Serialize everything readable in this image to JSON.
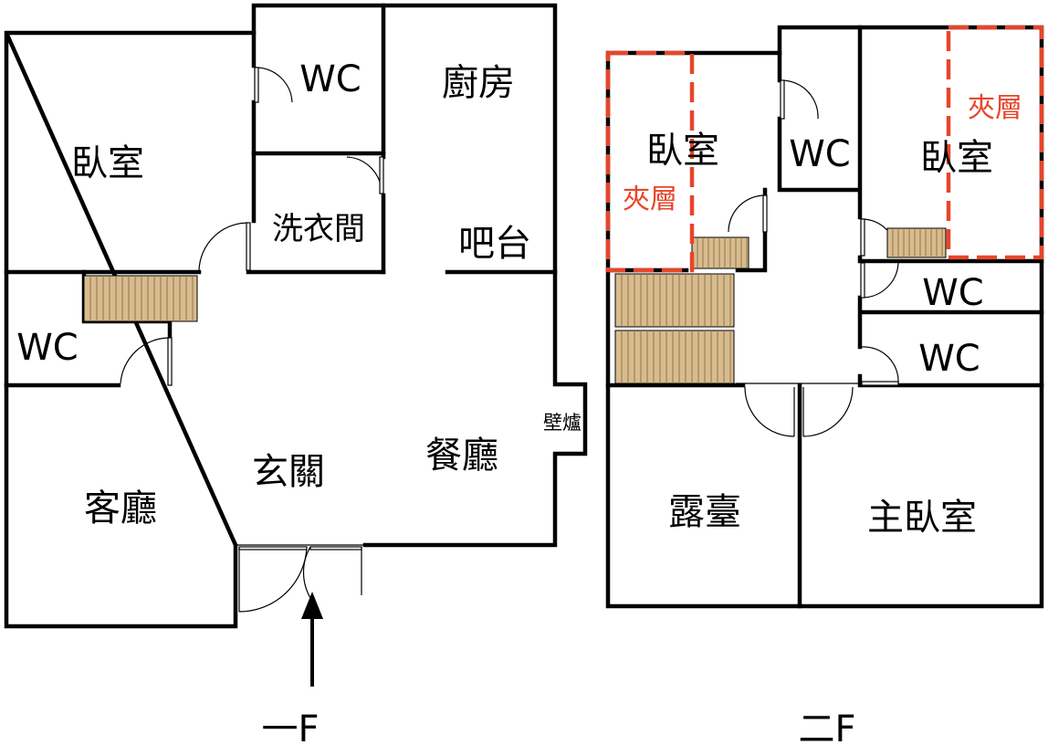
{
  "floor1": {
    "label": "一F",
    "rooms": {
      "bedroom": "臥室",
      "wc_upper": "WC",
      "kitchen": "廚房",
      "laundry": "洗衣間",
      "bar": "吧台",
      "wc_left": "WC",
      "fireplace": "壁爐",
      "living": "客廳",
      "foyer": "玄關",
      "dining": "餐廳"
    }
  },
  "floor2": {
    "label": "二F",
    "rooms": {
      "bedroom_left": "臥室",
      "mezz_left": "夾層",
      "wc_top": "WC",
      "bedroom_right": "臥室",
      "mezz_right": "夾層",
      "wc_mid": "WC",
      "wc_low": "WC",
      "terrace": "露臺",
      "master": "主臥室"
    }
  },
  "colors": {
    "wall": "#000000",
    "stair": "#d8bc8f",
    "mezzanine": "#e8452a"
  }
}
